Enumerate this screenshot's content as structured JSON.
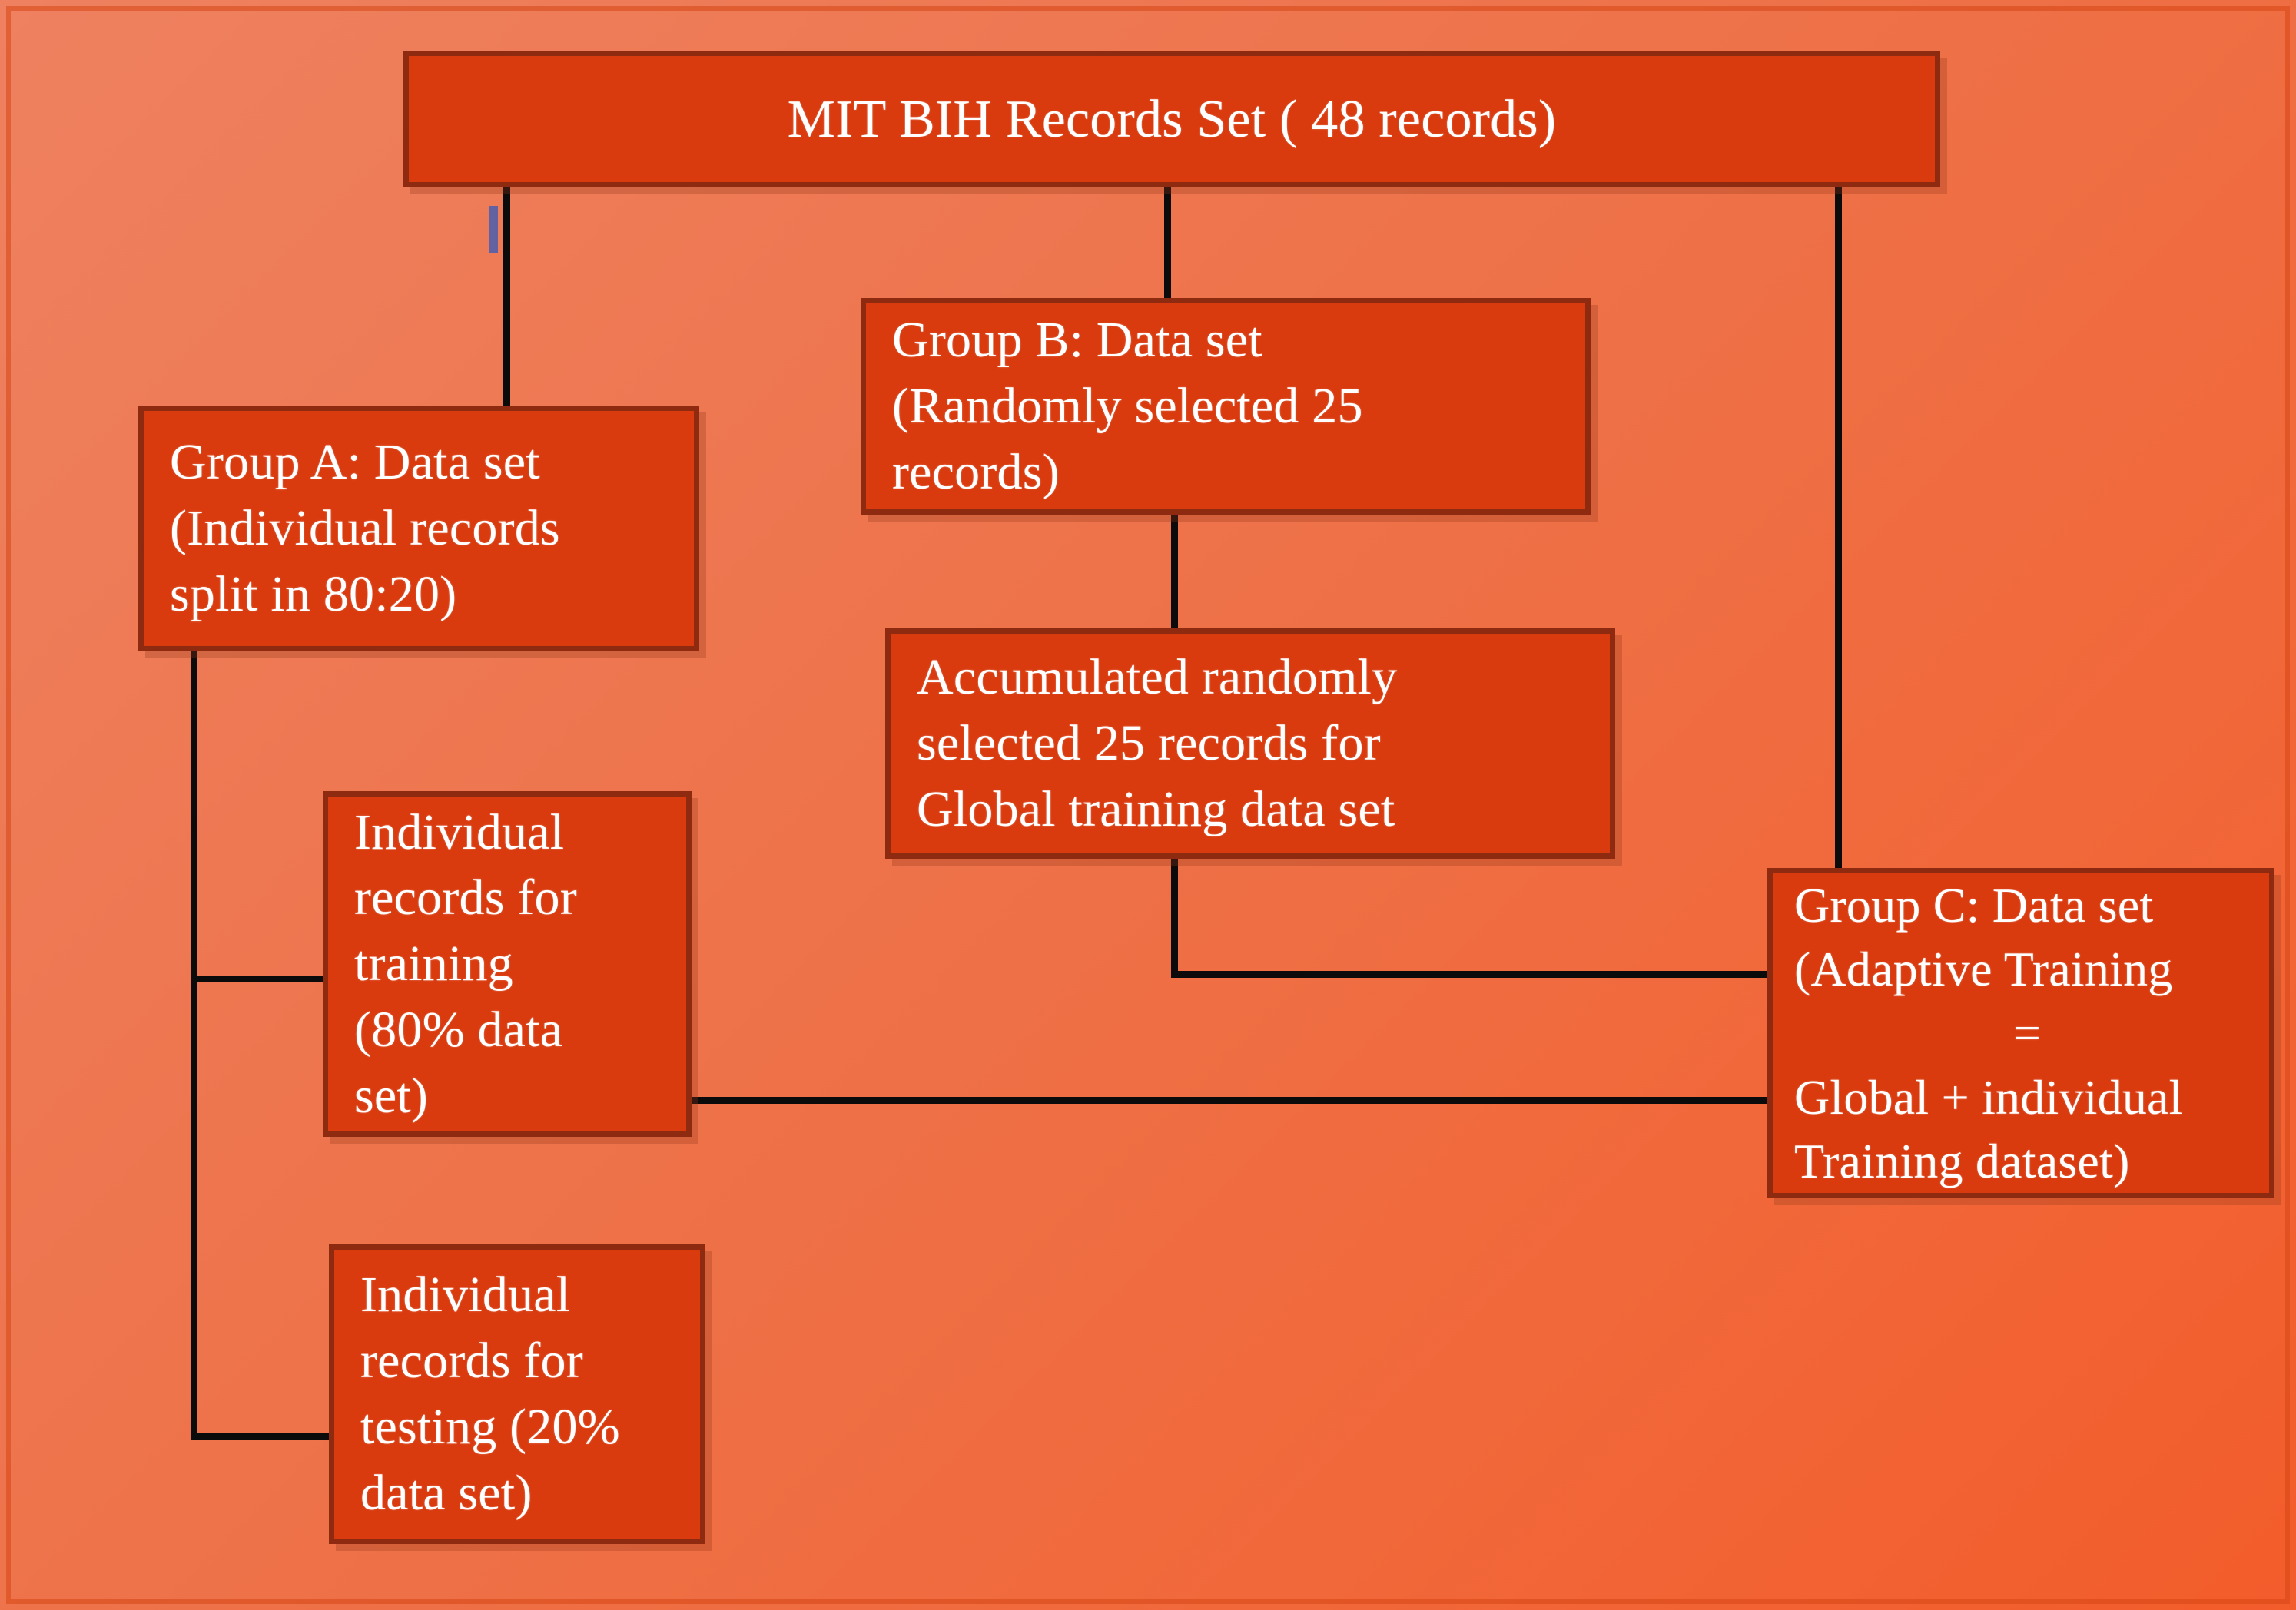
{
  "figure": {
    "type": "flowchart",
    "title_node": "MIT BIH Records Set ( 48 records)",
    "colors": {
      "node_fill": "#D93A0E",
      "node_border": "#8D2A10",
      "node_text": "#FFFFFF",
      "connector": "#0B0B0B",
      "background_light": "#EF8160",
      "background_dark": "#F35C2B",
      "artifact_blue": "#3F6FBF"
    }
  },
  "nodes": {
    "root": {
      "id": "mit-bih-records-set",
      "text": "MIT BIH Records Set ( 48 records)"
    },
    "group_a": {
      "id": "group-a",
      "lines": [
        "Group A: Data set",
        "(Individual records",
        "split in 80:20)"
      ]
    },
    "group_b": {
      "id": "group-b",
      "lines": [
        "Group B: Data set",
        "(Randomly selected 25",
        "records)"
      ]
    },
    "accumulated": {
      "id": "accumulated-global-training",
      "lines": [
        "Accumulated randomly",
        "selected 25 records for",
        "Global training data set"
      ]
    },
    "group_c": {
      "id": "group-c",
      "lines": [
        "Group C: Data set",
        "(Adaptive Training",
        "=",
        "Global + individual",
        "Training dataset)"
      ],
      "equals_line_index": 2
    },
    "training": {
      "id": "individual-records-training",
      "lines": [
        "Individual",
        "records for",
        "training",
        "(80% data",
        "set)"
      ]
    },
    "testing": {
      "id": "individual-records-testing",
      "lines": [
        "Individual",
        "records for",
        "testing (20%",
        "data set)"
      ]
    }
  },
  "edges": [
    {
      "from": "root",
      "to": "group_a",
      "style": "elbow"
    },
    {
      "from": "root",
      "to": "group_b",
      "style": "straight"
    },
    {
      "from": "root",
      "to": "group_c",
      "style": "straight"
    },
    {
      "from": "group_b",
      "to": "accumulated",
      "style": "straight"
    },
    {
      "from": "group_a",
      "to": "training",
      "style": "elbow"
    },
    {
      "from": "group_a",
      "to": "testing",
      "style": "elbow"
    },
    {
      "from": "accumulated",
      "to": "group_c",
      "style": "elbow"
    },
    {
      "from": "training",
      "to": "group_c",
      "style": "straight"
    }
  ]
}
